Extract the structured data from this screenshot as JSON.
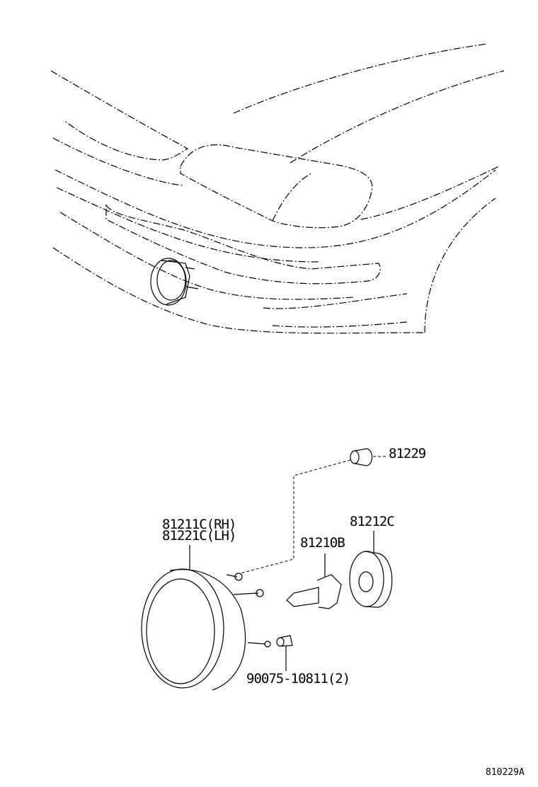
{
  "diagram": {
    "parts": [
      {
        "number": "81229"
      },
      {
        "number": "81212C"
      },
      {
        "number": "81210B"
      },
      {
        "number": "81211C(RH)"
      },
      {
        "number": "81221C(LH)"
      },
      {
        "number": "90075-10811(2)"
      }
    ],
    "figure_code": "810229A"
  }
}
